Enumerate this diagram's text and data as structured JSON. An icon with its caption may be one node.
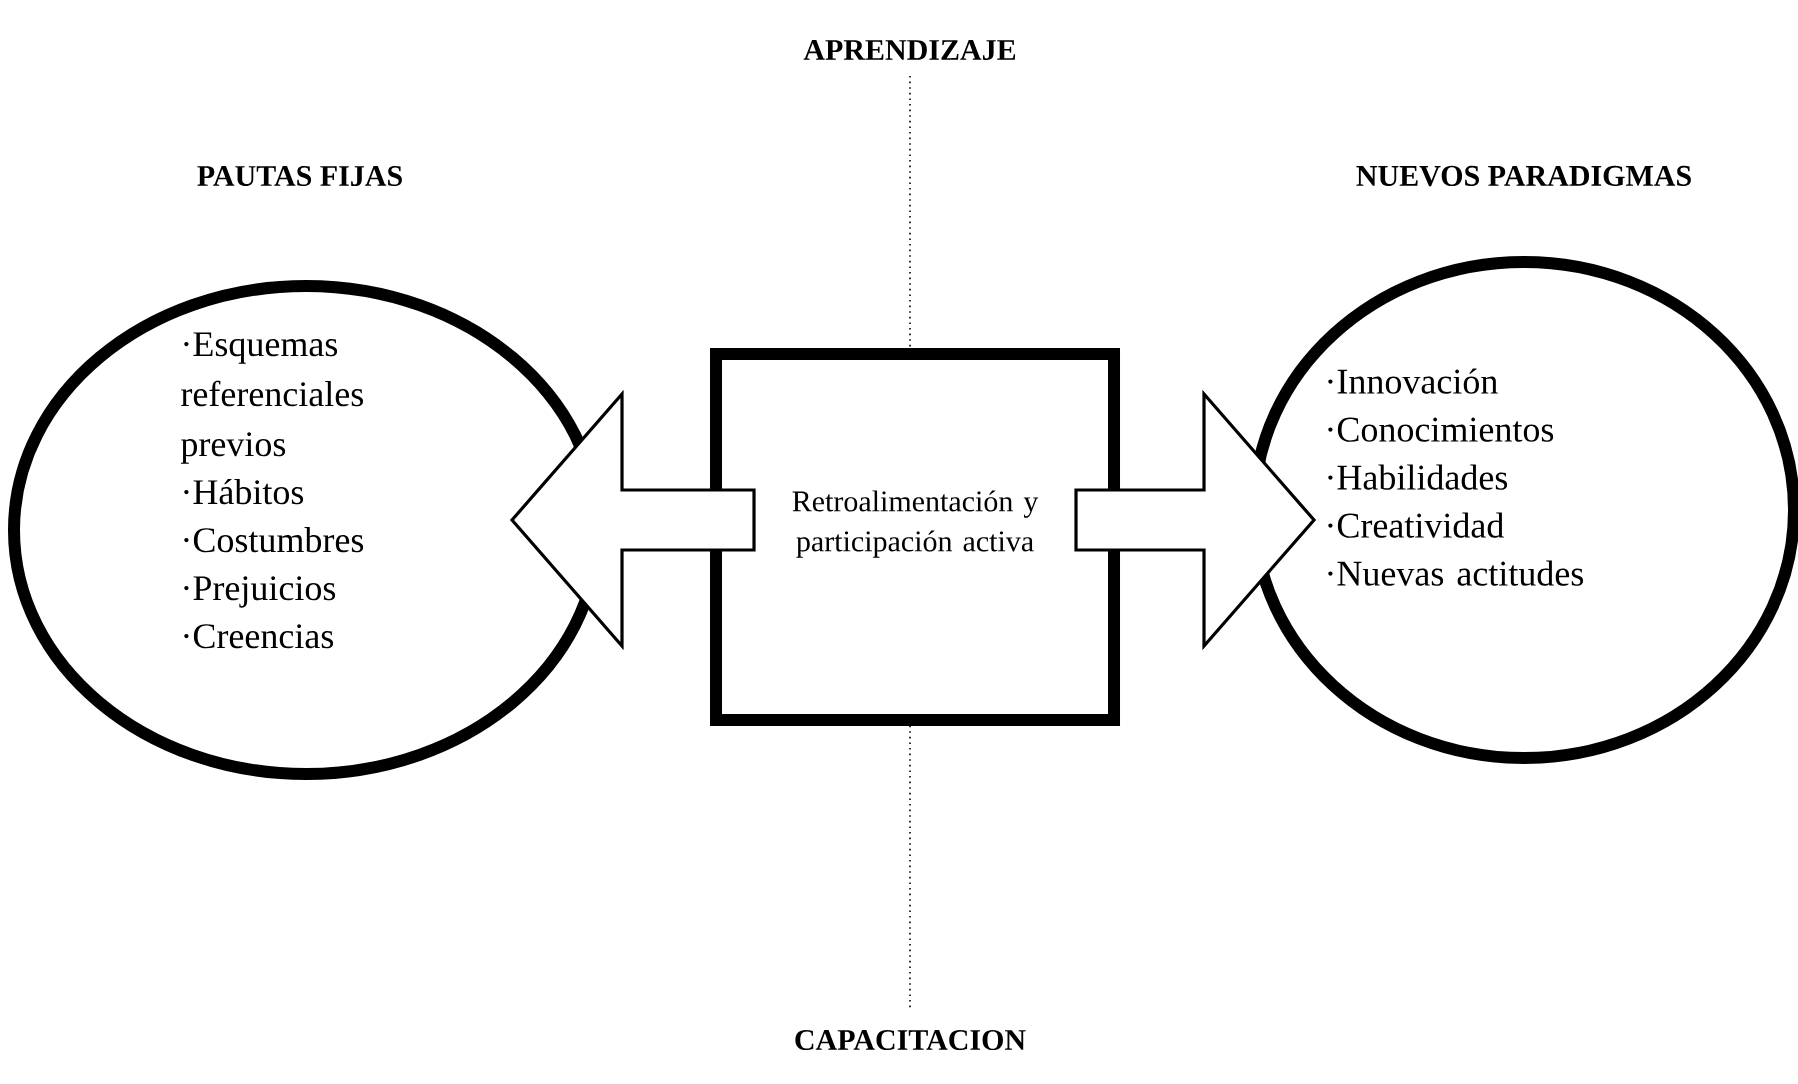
{
  "diagram": {
    "nodes": [
      {
        "text": [
          "PAUTAS FIJAS",
          "·Esquemas referenciales previos",
          "·Hábitos",
          "·Costumbres",
          "·Prejuicios",
          "·Creencias"
        ]
      },
      {
        "text": [
          "Retroalimentación y participación activa"
        ]
      },
      {
        "text": [
          "NUEVOS PARADIGMAS",
          "·Innovación",
          "·Conocimientos",
          "·Habilidades",
          "·Creatividad",
          "·Nuevas actitudes"
        ]
      }
    ],
    "edges": [
      {
        "from": 1,
        "to": 0,
        "arrow": "to"
      },
      {
        "from": 1,
        "to": 2,
        "arrow": "to"
      }
    ],
    "labels": [
      "APRENDIZAJE",
      "CAPACITACION"
    ]
  }
}
